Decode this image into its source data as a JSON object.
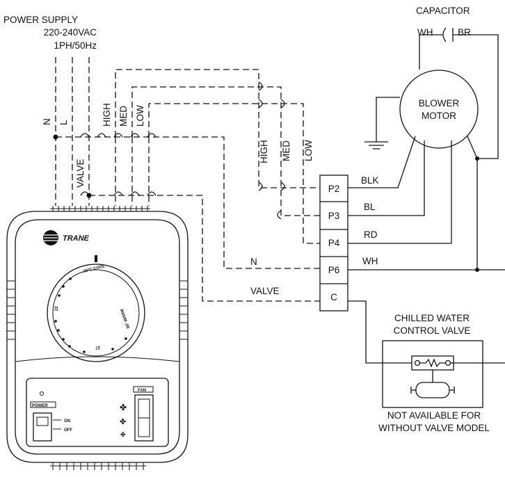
{
  "power_supply": {
    "line1": "POWER SUPPLY",
    "line2": "220-240VAC",
    "line3": "1PH/50Hz"
  },
  "supply_terminals": {
    "n": "N",
    "l": "L",
    "valve": "VALVE"
  },
  "speed_labels": {
    "high": "HIGH",
    "med": "MED",
    "low": "LOW"
  },
  "capacitor": {
    "title": "CAPACITOR",
    "wh": "WH",
    "br": "BR"
  },
  "motor": {
    "line1": "BLOWER",
    "line2": "MOTOR"
  },
  "terminal_block": [
    "P2",
    "P3",
    "P4",
    "P6",
    "C"
  ],
  "wire_colors": {
    "p2": "BLK",
    "p3": "BL",
    "p4": "RD",
    "p6": "WH"
  },
  "wire_labels": {
    "n": "N",
    "valve": "VALVE"
  },
  "valve": {
    "title1": "CHILLED WATER",
    "title2": "CONTROL VALVE",
    "note1": "NOT AVAILABLE FOR",
    "note2": "WITHOUT VALVE MODEL"
  },
  "thermostat": {
    "brand": "TRANE",
    "dial_marks": [
      "16°C COOL",
      "22",
      "27",
      "30° WARM"
    ],
    "power_label": "POWER",
    "on": "ON",
    "off": "OFF",
    "fan_label": "FAN"
  }
}
